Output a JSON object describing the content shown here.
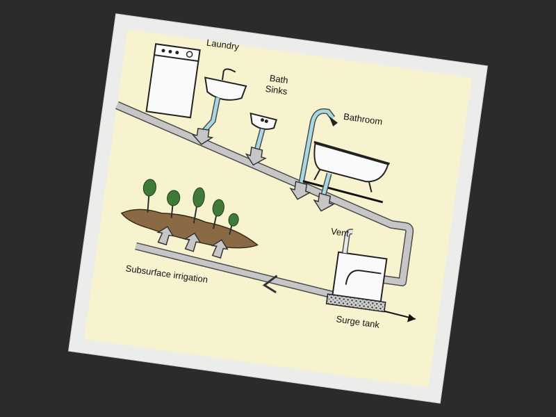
{
  "labels": {
    "laundry": "Laundry",
    "bath_sinks_line1": "Bath",
    "bath_sinks_line2": "Sinks",
    "bathroom": "Bathroom",
    "vent": "Vent",
    "surge_tank": "Surge tank",
    "subsurface_irrigation": "Subsurface irrigation"
  },
  "colors": {
    "background": "#2b2b2b",
    "card_border": "#ececea",
    "card_fill": "#f7f3cf",
    "pipe": "#c6c6c6",
    "pipe_outline": "#4b4b4b",
    "water": "#a8d8e2",
    "soil": "#8a6a45",
    "plant": "#3f7a3a"
  },
  "icons": {
    "washer": "washing-machine-icon",
    "sink": "sink-icon",
    "bath_sink": "bath-sink-icon",
    "shower": "shower-head-icon",
    "tub": "bathtub-icon",
    "tank": "surge-tank-icon",
    "plants": "plant-icon"
  }
}
